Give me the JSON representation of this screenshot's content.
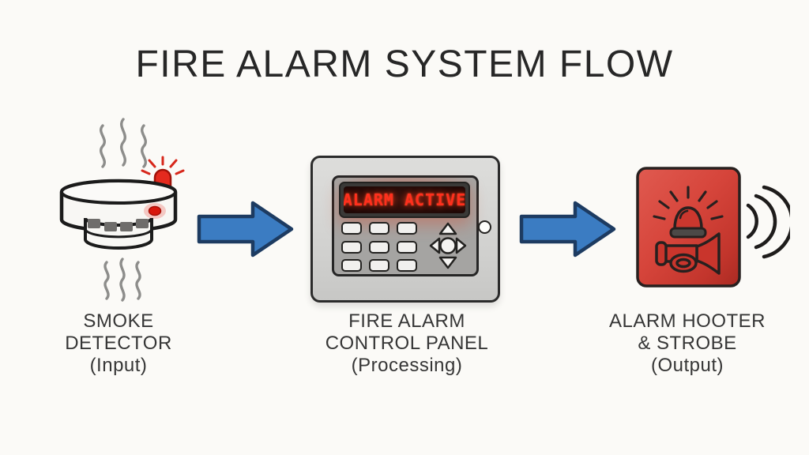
{
  "title": "FIRE ALARM SYSTEM FLOW",
  "nodes": [
    {
      "id": "smoke-detector",
      "line1": "SMOKE",
      "line2": "DETECTOR",
      "role": "(Input)",
      "icon": "smoke-detector-icon"
    },
    {
      "id": "control-panel",
      "line1": "FIRE ALARM",
      "line2": "CONTROL PANEL",
      "role": "(Processing)",
      "icon": "fire-alarm-control-panel-icon",
      "display_text": "ALARM ACTIVE"
    },
    {
      "id": "alarm-hooter",
      "line1": "ALARM HOOTER",
      "line2": "& STROBE",
      "role": "(Output)",
      "icon": "alarm-hooter-strobe-icon"
    }
  ],
  "connectors": [
    {
      "type": "flow-arrow",
      "from": "smoke-detector",
      "to": "control-panel",
      "direction": "right"
    },
    {
      "type": "flow-arrow",
      "from": "control-panel",
      "to": "alarm-hooter",
      "direction": "right"
    }
  ],
  "icons": [
    "smoke-wisps-icon",
    "led-indicator-icon",
    "keypad-icon",
    "nav-arrows-icon",
    "strobe-light-icon",
    "horn-icon",
    "sound-waves-icon"
  ],
  "colors": {
    "background": "#fbfaf7",
    "arrow_fill": "#3b7cc2",
    "arrow_outline": "#1d3b61",
    "alarm_box_red": "#d6453b",
    "display_text_red": "#ff2f1d",
    "display_background": "#2a0d09",
    "panel_gray": "#d2d2d0",
    "panel_inner_gray": "#a5a4a2",
    "outline_dark": "#27201f",
    "smoke_gray": "#8d8d8b"
  }
}
